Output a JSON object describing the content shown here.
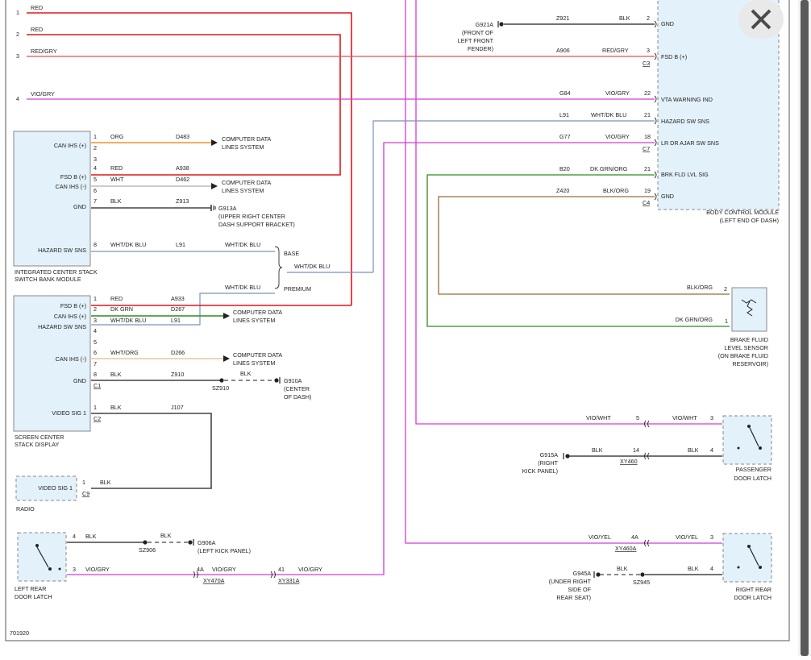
{
  "diagram": {
    "figure_id": "701920",
    "circuits": [
      {
        "num": "1",
        "color": "RED"
      },
      {
        "num": "2",
        "color": "RED"
      },
      {
        "num": "3",
        "color": "RED/GRY"
      },
      {
        "num": "4",
        "color": "VIO/GRY"
      }
    ],
    "integrated_center_stack": {
      "title_lines": [
        "INTEGRATED CENTER STACK",
        "SWITCH BANK MODULE"
      ],
      "pins": [
        {
          "label": "CAN IHS (+)",
          "pin": "1",
          "color": "ORG",
          "circuit": "D483"
        },
        {
          "pin": "2"
        },
        {
          "pin": "3"
        },
        {
          "label": "FSD B (+)",
          "pin": "4",
          "color": "RED",
          "circuit": "A938"
        },
        {
          "label": "CAN IHS (-)",
          "pin": "5",
          "color": "WHT",
          "circuit": "D462"
        },
        {
          "pin": "6"
        },
        {
          "label": "GND",
          "pin": "7",
          "color": "BLK",
          "circuit": "Z913"
        },
        {
          "label": "HAZARD SW SNS",
          "pin": "8",
          "color": "WHT/DK BLU",
          "circuit": "L91"
        }
      ]
    },
    "data_lines_label": [
      "COMPUTER DATA",
      "LINES SYSTEM"
    ],
    "g913a": [
      "G913A",
      "(UPPER RIGHT CENTER",
      "DASH SUPPORT BRACKET)"
    ],
    "base_premium": {
      "base": "BASE",
      "premium": "PREMIUM",
      "color": "WHT/DK BLU"
    },
    "screen_center_stack": {
      "title_lines": [
        "SCREEN CENTER",
        "STACK DISPLAY"
      ],
      "pins": [
        {
          "label": "FSD B (+)",
          "pin": "1",
          "color": "RED",
          "circuit": "A933"
        },
        {
          "label": "CAN IHS (+)",
          "pin": "2",
          "color": "DK GRN",
          "circuit": "D267"
        },
        {
          "label": "HAZARD SW SNS",
          "pin": "3",
          "color": "WHT/DK BLU",
          "circuit": "L91"
        },
        {
          "pin": "4"
        },
        {
          "pin": "5"
        },
        {
          "label": "CAN IHS (-)",
          "pin": "6",
          "color": "WHT/ORG",
          "circuit": "D266"
        },
        {
          "pin": "7"
        },
        {
          "label": "GND",
          "pin": "8",
          "color": "BLK",
          "circuit": "Z910"
        }
      ],
      "connector": "C1",
      "video": {
        "label": "VIDEO SIG 1",
        "pin": "1",
        "color": "BLK",
        "circuit": "J107",
        "connector": "C2"
      }
    },
    "sz910": "SZ910",
    "g910a": [
      "G910A",
      "(CENTER",
      "OF DASH)"
    ],
    "radio": {
      "title": "RADIO",
      "label": "VIDEO SIG 1",
      "pin": "1",
      "color": "BLK",
      "connector": "C9"
    },
    "left_rear_latch": {
      "title_lines": [
        "LEFT REAR",
        "DOOR LATCH"
      ],
      "pin4": "4",
      "pin4_color": "BLK",
      "pin3": "3",
      "pin3_color": "VIO/GRY",
      "sz906": "SZ906",
      "g906a": [
        "G906A",
        "(LEFT KICK PANEL)"
      ],
      "xy470": {
        "pin": "4A",
        "color": "VIO/GRY",
        "conn": "XY470A"
      },
      "xy331": {
        "pin": "41",
        "color": "VIO/GRY",
        "conn": "XY331A"
      }
    },
    "g921a": [
      "G921A",
      "(FRONT OF",
      "LEFT FRONT",
      "FENDER)"
    ],
    "bcm": {
      "title_lines": [
        "BODY CONTROL MODULE",
        "(LEFT END OF DASH)"
      ],
      "rows": [
        {
          "circuit": "Z921",
          "color": "BLK",
          "pin": "2",
          "label": "GND"
        },
        {
          "circuit": "A906",
          "color": "RED/GRY",
          "pin": "3",
          "label": "FSD B (+)",
          "conn": "C3"
        },
        {
          "circuit": "G84",
          "color": "VIO/GRY",
          "pin": "22",
          "label": "VTA WARNING IND"
        },
        {
          "circuit": "L91",
          "color": "WHT/DK BLU",
          "pin": "21",
          "label": "HAZARD SW SNS"
        },
        {
          "circuit": "G77",
          "color": "VIO/GRY",
          "pin": "18",
          "label": "LR DR AJAR SW SNS",
          "conn": "C7"
        },
        {
          "circuit": "B20",
          "color": "DK GRN/ORG",
          "pin": "21",
          "label": "BRK FLD LVL SIG"
        },
        {
          "circuit": "Z420",
          "color": "BLK/ORG",
          "pin": "19",
          "label": "GND",
          "conn": "C4"
        }
      ]
    },
    "brake_sensor": {
      "title_lines": [
        "BRAKE FLUID",
        "LEVEL SENSOR",
        "(ON BRAKE FLUID",
        "RESERVOIR)"
      ],
      "pin2": "2",
      "pin2_color": "BLK/ORG",
      "pin1": "1",
      "pin1_color": "DK GRN/ORG"
    },
    "passenger_latch": {
      "title_lines": [
        "PASSENGER",
        "DOOR LATCH"
      ],
      "vio_left": "VIO/WHT",
      "inline_pin": "5",
      "vio_right": "VIO/WHT",
      "pin3": "3",
      "blk_left": "BLK",
      "inline_pin2": "14",
      "blk_right": "BLK",
      "pin4": "4",
      "conn": "XY460",
      "g915a": [
        "G915A",
        "(RIGHT",
        "KICK PANEL)"
      ]
    },
    "right_rear_latch": {
      "title_lines": [
        "RIGHT REAR",
        "DOOR LATCH"
      ],
      "vio_left": "VIO/YEL",
      "inline_pin": "4A",
      "vio_right": "VIO/YEL",
      "pin3": "3",
      "conn": "XY460A",
      "blk_left": "BLK",
      "blk_right": "BLK",
      "pin4": "4",
      "sz945": "SZ945",
      "g945a": [
        "G945A",
        "(UNDER RIGHT",
        "SIDE OF",
        "REAR SEAT)"
      ]
    }
  }
}
